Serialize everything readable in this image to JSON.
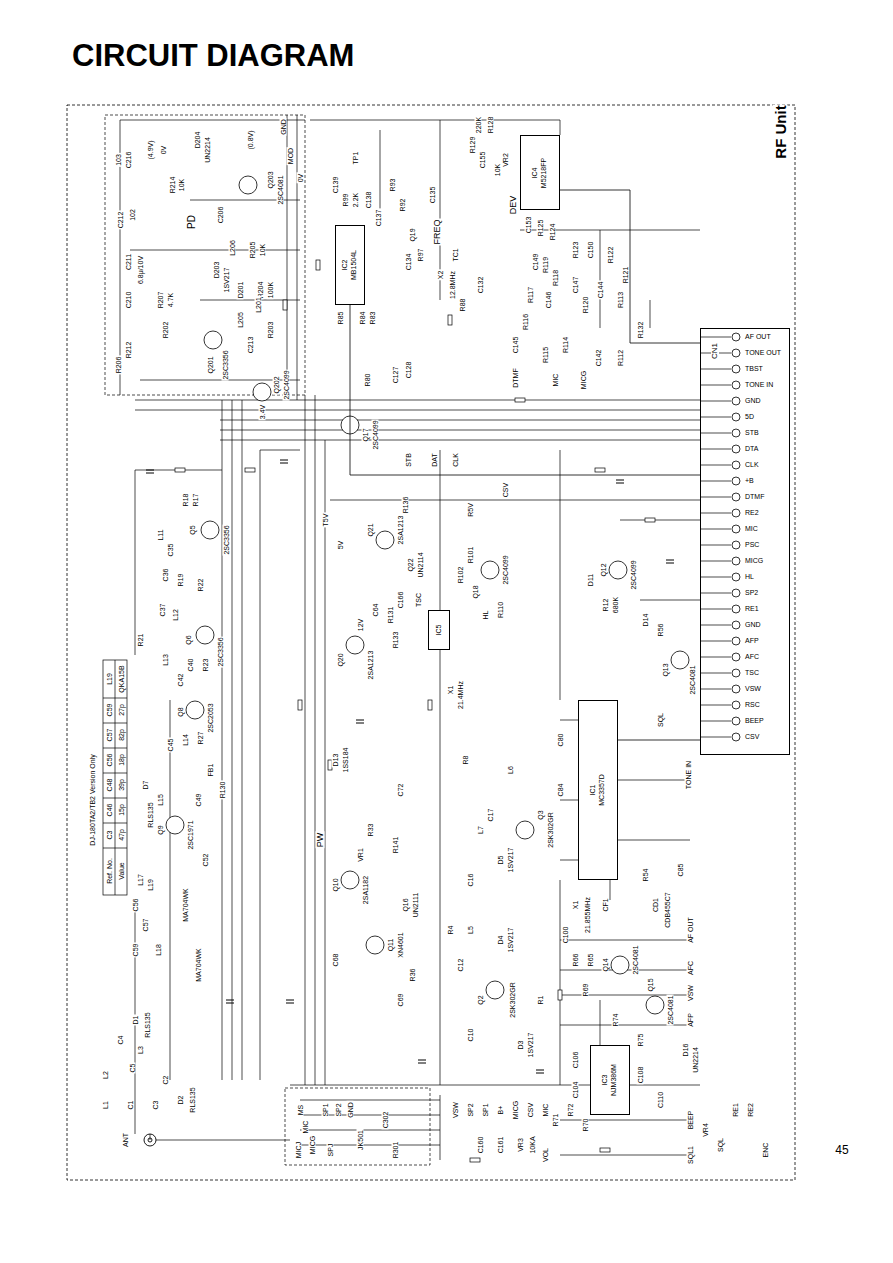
{
  "diagram": {
    "title": "CIRCUIT DIAGRAM",
    "nodes": [
      {
        "text": [
          "IC4",
          "M5218FP"
        ]
      },
      {
        "text": [
          "IC2",
          "MB1504L"
        ]
      },
      {
        "text": [
          "CN1",
          "AF OUT",
          "TONE OUT",
          "TBST",
          "TONE IN",
          "GND",
          "5D",
          "STB",
          "DTA",
          "CLK",
          "+B",
          "DTMF",
          "RE2",
          "MIC",
          "PSC",
          "MICG",
          "HL",
          "SP2",
          "RE1",
          "GND",
          "AFP",
          "AFC",
          "TSC",
          "VSW",
          "RSC",
          "BEEP",
          "CSV"
        ]
      },
      {
        "text": [
          "IC5"
        ]
      },
      {
        "text": [
          "IC1",
          "MC3357D"
        ]
      },
      {
        "text": [
          "IC3",
          "NJM386M"
        ]
      }
    ],
    "edges": [
      {
        "from": 1,
        "to": 2,
        "arrow": "none"
      },
      {
        "from": 0,
        "to": 2,
        "arrow": "none"
      },
      {
        "from": 4,
        "to": 2,
        "arrow": "none"
      }
    ],
    "labels": [
      "C216",
      "103",
      "(4.9V)",
      "0V",
      "R214",
      "10K",
      "D204",
      "UN2214",
      "(0.8V)",
      "Q203",
      "2SC4081",
      "C212",
      "102",
      "PD",
      "C206",
      "R205",
      "10K",
      "L206",
      "D203",
      "1SV217",
      "D201",
      "R204",
      "100K",
      "C211",
      "6.8μ/10V",
      "R207",
      "4.7K",
      "Q201",
      "2SC3356",
      "L205",
      "R203",
      "L201",
      "C213",
      "Q202",
      "2SC4099",
      "R212",
      "R206",
      "3.4V",
      "R202",
      "C210",
      "GND",
      "MOD",
      "0V",
      "TP1",
      "C139",
      "R99",
      "2.2K",
      "C138",
      "C137",
      "R93",
      "R92",
      "Q19",
      "C135",
      "FREQ",
      "R97",
      "C134",
      "TC1",
      "X2",
      "12.8MHz",
      "R88",
      "C132",
      "DEV",
      "VR2",
      "10K",
      "C155",
      "R129",
      "R128",
      "220K",
      "R85",
      "R84",
      "R83",
      "C127",
      "C128",
      "R80",
      "Q17",
      "2SC4099",
      "STB",
      "DAT",
      "CLK",
      "C153",
      "R125",
      "R124",
      "R123",
      "R119",
      "R118",
      "C149",
      "R117",
      "R116",
      "C146",
      "C147",
      "R120",
      "C144",
      "R113",
      "R121",
      "R122",
      "C150",
      "R114",
      "R115",
      "R132",
      "C145",
      "DTMF",
      "MIC",
      "MICG",
      "R112",
      "C142",
      "RF Unit",
      "R18",
      "R17",
      "Q5",
      "2SC3356",
      "L11",
      "C35",
      "R19",
      "C36",
      "R22",
      "Q6",
      "2SC3356",
      "L12",
      "C37",
      "R23",
      "C40",
      "C42",
      "L13",
      "R21",
      "Q8",
      "2SC2053",
      "L14",
      "R27",
      "C45",
      "FB1",
      "R130",
      "C49",
      "L15",
      "Q9",
      "2SC1971",
      "D7",
      "RLS135",
      "C52",
      "L19",
      "MA704WK",
      "C57",
      "C56",
      "L17",
      "L18",
      "C59",
      "MA704WK",
      "D1",
      "RLS135",
      "L3",
      "C4",
      "C5",
      "L2",
      "L1",
      "ANT",
      "C1",
      "C2",
      "C3",
      "D2",
      "RLS135",
      "Q21",
      "2SA1213",
      "Q22",
      "UN2114",
      "R136",
      "C166",
      "T5V",
      "5V",
      "TSC",
      "HL",
      "R5V",
      "CSV",
      "Q18",
      "2SC4099",
      "R101",
      "R102",
      "R110",
      "R131",
      "R133",
      "C64",
      "12V",
      "Q20",
      "2SA1213",
      "D13",
      "1SS184",
      "PW",
      "Q10",
      "2SA1182",
      "R33",
      "R141",
      "VR1",
      "Q16",
      "UN2111",
      "Q11",
      "XN4601",
      "R36",
      "C68",
      "C69",
      "C72",
      "X1",
      "21.4MHz",
      "R8",
      "L6",
      "L7",
      "D5",
      "1SV217",
      "C16",
      "C17",
      "L5",
      "D4",
      "1SV217",
      "Q3",
      "2SK302GR",
      "Q2",
      "2SK302GR",
      "D3",
      "1SV217",
      "C10",
      "C12",
      "R4",
      "R1",
      "Q12",
      "2SC4099",
      "R12",
      "680K",
      "D11",
      "R56",
      "D14",
      "Q13",
      "2SC4081",
      "SQL",
      "C80",
      "C84",
      "X1",
      "21.855MHz",
      "CF1",
      "CD1",
      "CDB455C7",
      "R54",
      "C85",
      "TONE IN",
      "C100",
      "Q14",
      "2SC4081",
      "R66",
      "R65",
      "R69",
      "R74",
      "R75",
      "Q15",
      "2SC4081",
      "D16",
      "UN2214",
      "AF OUT",
      "AFC",
      "VSW",
      "AFP",
      "C104",
      "C110",
      "R70",
      "R71",
      "R72",
      "BEEP",
      "SQL1",
      "C106",
      "C108",
      "MS",
      "MIC",
      "MICG",
      "SP1",
      "SP2",
      "GND",
      "JK501",
      "R301",
      "C302",
      "MICJ",
      "SPJ",
      "VSW",
      "SP2",
      "SP1",
      "B+",
      "MICG",
      "CSV",
      "MIC",
      "VOL",
      "VR3",
      "10KA",
      "C160",
      "C161",
      "SQL",
      "VR4",
      "RE1",
      "RE2",
      "ENC",
      "45",
      "DJ-180TA2/TB2 Version Only",
      "Ref. No.",
      "C3",
      "C46",
      "C48",
      "C56",
      "C57",
      "C59",
      "L19",
      "Value",
      "47p",
      "15p",
      "39p",
      "18p",
      "82p",
      "27p",
      "QKA15B"
    ]
  }
}
